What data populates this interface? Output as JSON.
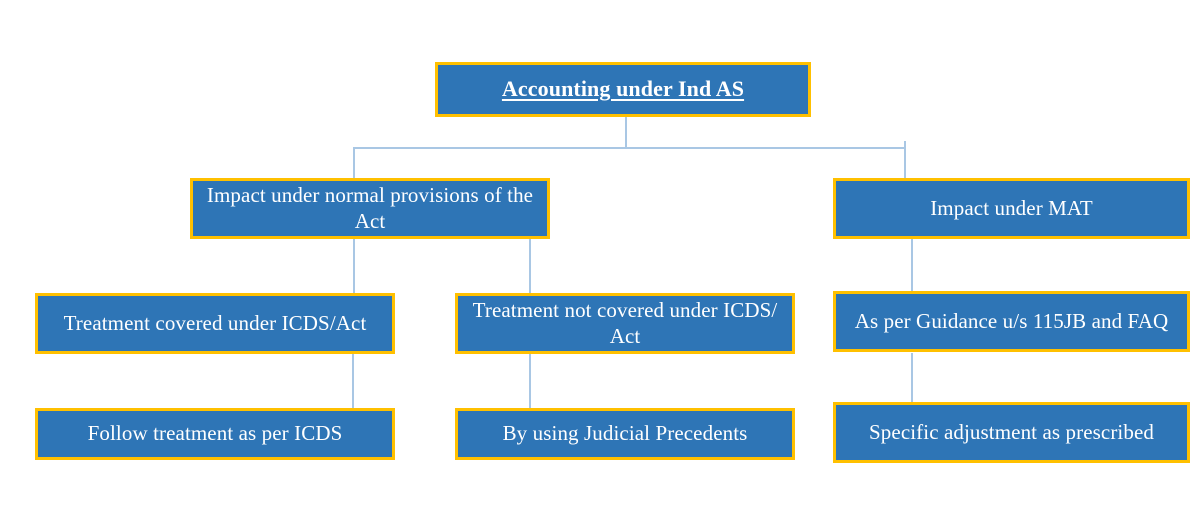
{
  "diagram": {
    "title": "Accounting under Ind AS",
    "type": "flowchart",
    "theme": {
      "node_fill": "#2E75B6",
      "node_border": "#FFC000",
      "node_text": "#FFFFFF",
      "connector": "#A9C7E4",
      "background": "#FFFFFF"
    },
    "nodes": {
      "root": {
        "label": "Accounting under Ind AS"
      },
      "normal_provisions": {
        "label": "Impact under normal provisions of the Act"
      },
      "mat": {
        "label": "Impact under MAT"
      },
      "covered": {
        "label": "Treatment covered under ICDS/Act"
      },
      "not_covered": {
        "label": "Treatment not covered under ICDS/ Act"
      },
      "guidance": {
        "label": "As per Guidance u/s 115JB and FAQ"
      },
      "follow_icds": {
        "label": "Follow treatment as per ICDS"
      },
      "judicial": {
        "label": "By using Judicial Precedents"
      },
      "specific_adjustment": {
        "label": "Specific adjustment as prescribed"
      }
    }
  }
}
